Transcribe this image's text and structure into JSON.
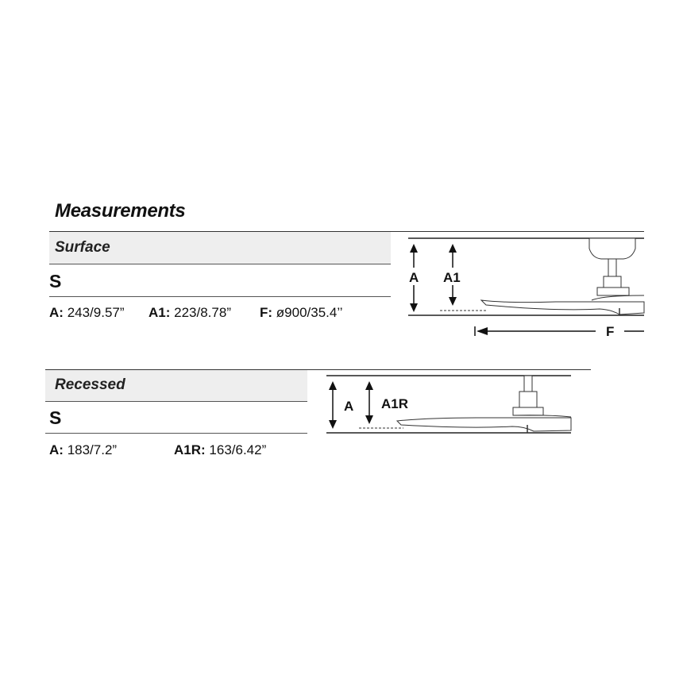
{
  "title": "Measurements",
  "surface": {
    "label": "Surface",
    "size": "S",
    "measurements": [
      {
        "key": "A:",
        "value": "243/9.57”"
      },
      {
        "key": "A1:",
        "value": "223/8.78”"
      },
      {
        "key": "F:",
        "value": "ø900/35.4’’"
      }
    ],
    "diagram_labels": {
      "a": "A",
      "a1": "A1",
      "f": "F"
    }
  },
  "recessed": {
    "label": "Recessed",
    "size": "S",
    "measurements": [
      {
        "key": "A:",
        "value": "183/7.2”"
      },
      {
        "key": "A1R:",
        "value": "163/6.42”"
      }
    ],
    "diagram_labels": {
      "a": "A",
      "a1r": "A1R"
    }
  }
}
